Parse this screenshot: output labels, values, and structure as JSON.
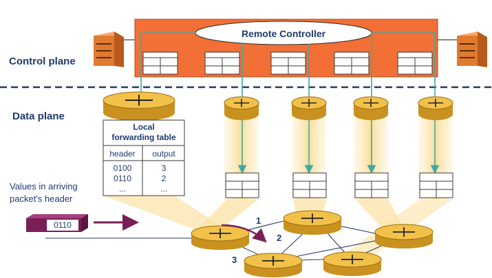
{
  "labels": {
    "control_plane": "Control plane",
    "data_plane": "Data plane",
    "remote_controller": "Remote Controller",
    "values_caption_line1": "Values in arriving",
    "values_caption_line2": "packet's header",
    "packet_value": "0110"
  },
  "forwarding_table": {
    "title_line1": "Local",
    "title_line2": "forwarding table",
    "headers": [
      "header",
      "output"
    ],
    "rows": [
      [
        "0100",
        "3"
      ],
      [
        "0110",
        "2"
      ],
      [
        "...",
        "..."
      ]
    ]
  },
  "ports": [
    "1",
    "2",
    "3"
  ],
  "colors": {
    "controller_box": "#f26f35",
    "router_gold": "#f2c14a",
    "router_dark": "#c9911f",
    "dashed_line": "#1f3a5f",
    "arrow_teal": "#3fa7a6",
    "label_blue": "#1f3a6e",
    "packet": "#7a1e57",
    "beam": "#fbe7b0"
  }
}
